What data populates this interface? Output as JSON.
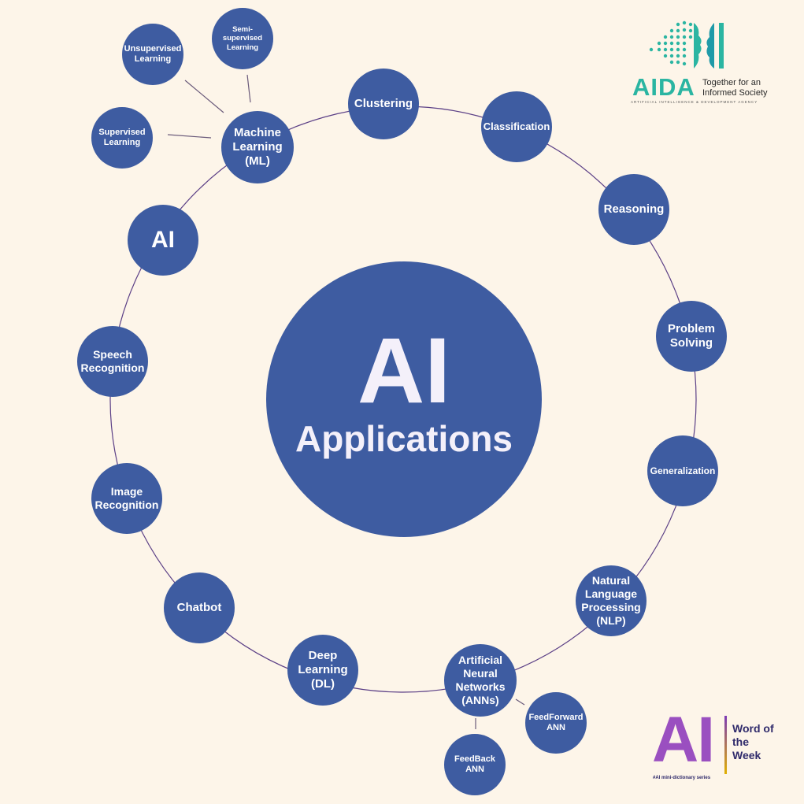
{
  "colors": {
    "background": "#fdf5e9",
    "node_fill": "#3e5ca1",
    "ring_line": "#5b3f86",
    "spoke_line": "#6a5a7a",
    "accent_teal": "#2bb5a2",
    "accent_purple": "#9a4fc0"
  },
  "center": {
    "title": "AI",
    "subtitle": "Applications"
  },
  "ring_nodes": [
    {
      "id": "ai",
      "lines": [
        "AI"
      ]
    },
    {
      "id": "machine-learning",
      "lines": [
        "Machine",
        "Learning",
        "(ML)"
      ]
    },
    {
      "id": "clustering",
      "lines": [
        "Clustering"
      ]
    },
    {
      "id": "classification",
      "lines": [
        "Classification"
      ]
    },
    {
      "id": "reasoning",
      "lines": [
        "Reasoning"
      ]
    },
    {
      "id": "problem-solving",
      "lines": [
        "Problem",
        "Solving"
      ]
    },
    {
      "id": "generalization",
      "lines": [
        "Generalization"
      ]
    },
    {
      "id": "nlp",
      "lines": [
        "Natural",
        "Language",
        "Processing",
        "(NLP)"
      ]
    },
    {
      "id": "anns",
      "lines": [
        "Artificial",
        "Neural",
        "Networks",
        "(ANNs)"
      ]
    },
    {
      "id": "deep-learning",
      "lines": [
        "Deep",
        "Learning",
        "(DL)"
      ]
    },
    {
      "id": "chatbot",
      "lines": [
        "Chatbot"
      ]
    },
    {
      "id": "image-recognition",
      "lines": [
        "Image",
        "Recognition"
      ]
    },
    {
      "id": "speech-recognition",
      "lines": [
        "Speech",
        "Recognition"
      ]
    }
  ],
  "sub_nodes": [
    {
      "id": "supervised-learning",
      "parent": "machine-learning",
      "lines": [
        "Supervised",
        "Learning"
      ]
    },
    {
      "id": "unsupervised-learning",
      "parent": "machine-learning",
      "lines": [
        "Unsupervised",
        "Learning"
      ]
    },
    {
      "id": "semi-supervised-learning",
      "parent": "machine-learning",
      "lines": [
        "Semi-supervised",
        "Learning"
      ]
    },
    {
      "id": "feedforward-ann",
      "parent": "anns",
      "lines": [
        "FeedForward",
        "ANN"
      ]
    },
    {
      "id": "feedback-ann",
      "parent": "anns",
      "lines": [
        "FeedBack",
        "ANN"
      ]
    }
  ],
  "logo_aida": {
    "name": "AIDA",
    "tagline": "Together for an Informed Society",
    "subtitle": "ARTIFICIAL INTELLIGENCE & DEVELOPMENT AGENCY"
  },
  "badge": {
    "mark": "AI",
    "title": "Word of the Week",
    "series": "#AI mini-dictionary series"
  }
}
